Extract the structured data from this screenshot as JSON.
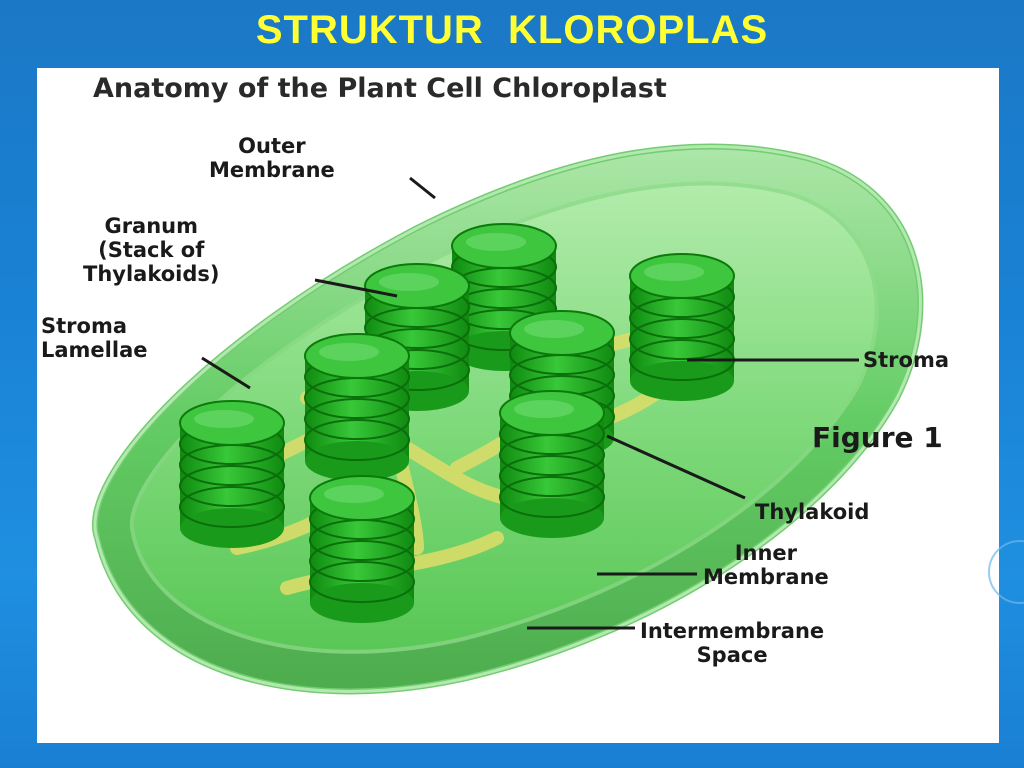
{
  "slide": {
    "title": "STRUKTUR  KLOROPLAS"
  },
  "diagram": {
    "title": "Anatomy of the Plant Cell Chloroplast",
    "figure_label": "Figure 1",
    "labels": {
      "outer_membrane": [
        "Outer",
        "Membrane"
      ],
      "granum": [
        "Granum",
        "(Stack of",
        "Thylakoids)"
      ],
      "stroma_lamellae": [
        "Stroma",
        "Lamellae"
      ],
      "stroma": [
        "Stroma"
      ],
      "thylakoid": [
        "Thylakoid"
      ],
      "inner_membrane": [
        "Inner",
        "Membrane"
      ],
      "intermembrane_space": [
        "Intermembrane",
        "Space"
      ]
    }
  },
  "colors": {
    "title_text": "#ffff33",
    "background": "#1a82d4",
    "chloroplast_green": "#35b435",
    "thylakoid_green": "#1fa51f",
    "lamellae_yellow": "#d9dd6a"
  }
}
